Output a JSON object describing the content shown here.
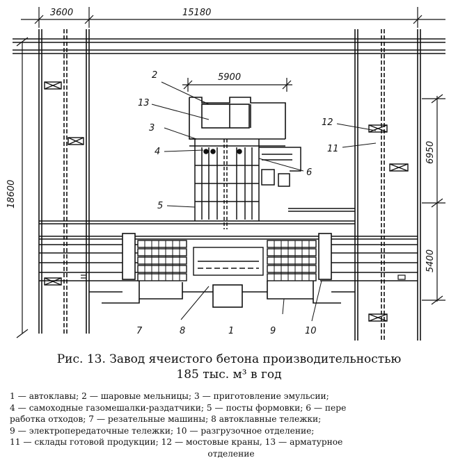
{
  "dimensions": {
    "top_left": "3600",
    "top_main": "15180",
    "inner_width": "5900",
    "left_height": "18600",
    "right_upper": "6950",
    "right_lower": "5400"
  },
  "callouts": [
    "2",
    "13",
    "3",
    "4",
    "5",
    "6",
    "12",
    "11",
    "7",
    "8",
    "1",
    "9",
    "10"
  ],
  "caption": {
    "line1": "Рис. 13. Завод ячеистого бетона производительностью",
    "line2": "185 тыс. м³ в год"
  },
  "legend": {
    "line1": "1 — автоклавы; 2 — шаровые мельницы; 3 — приготовление эмульсии;",
    "line2": "4 — самоходные газомешалки-раздатчики; 5 — посты формовки; 6 — пере",
    "line3": "работка отходов; 7 — резательные машины; 8 автоклавные тележки;",
    "line4": "9 — электропередаточные тележки; 10 — разгрузочное отделение;",
    "line5": "11 — склады готовой продукции; 12 — мостовые краны, 13 — арматурное",
    "line6": "отделение"
  }
}
